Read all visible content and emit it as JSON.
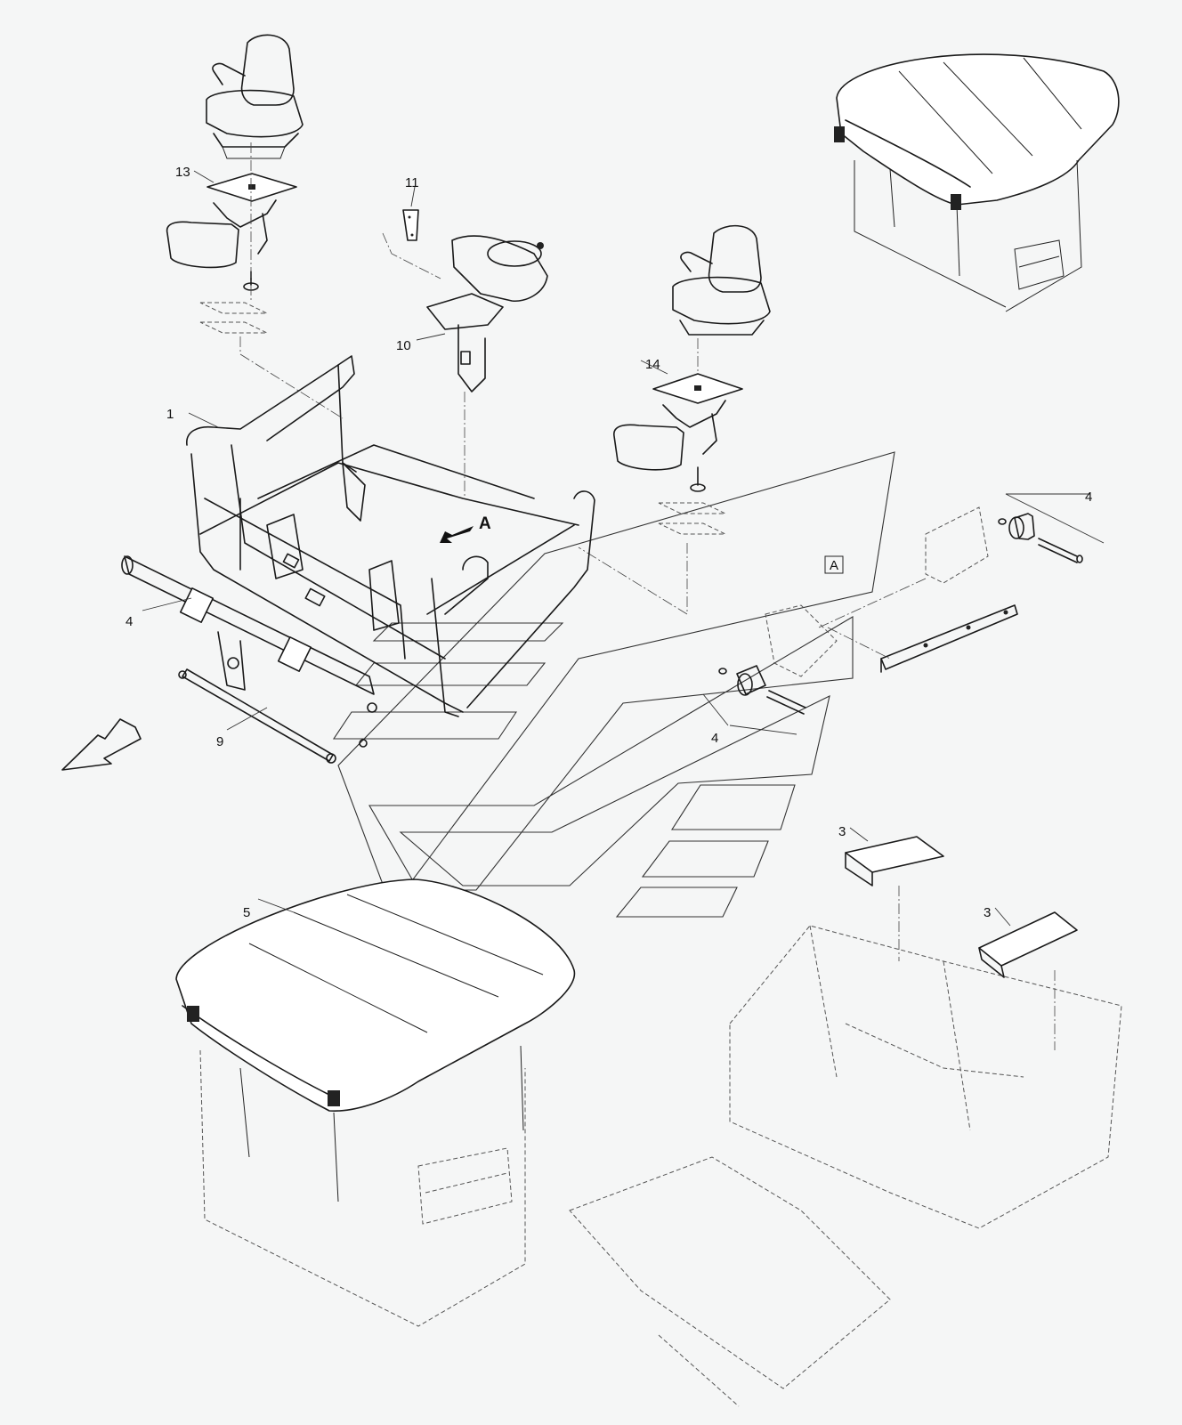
{
  "callouts": {
    "c1": "1",
    "c3a": "3",
    "c3b": "3",
    "c4a": "4",
    "c4b": "4",
    "c4c": "4",
    "c5": "5",
    "c9": "9",
    "c10": "10",
    "c11": "11",
    "c13": "13",
    "c14": "14"
  },
  "view": {
    "arrow_letter": "A",
    "box_label": "A"
  },
  "icons": {
    "direction_arrow": "front-direction-arrow-icon",
    "view_arrow": "view-a-arrow-icon",
    "chevron": "reference-chevron-icon"
  }
}
